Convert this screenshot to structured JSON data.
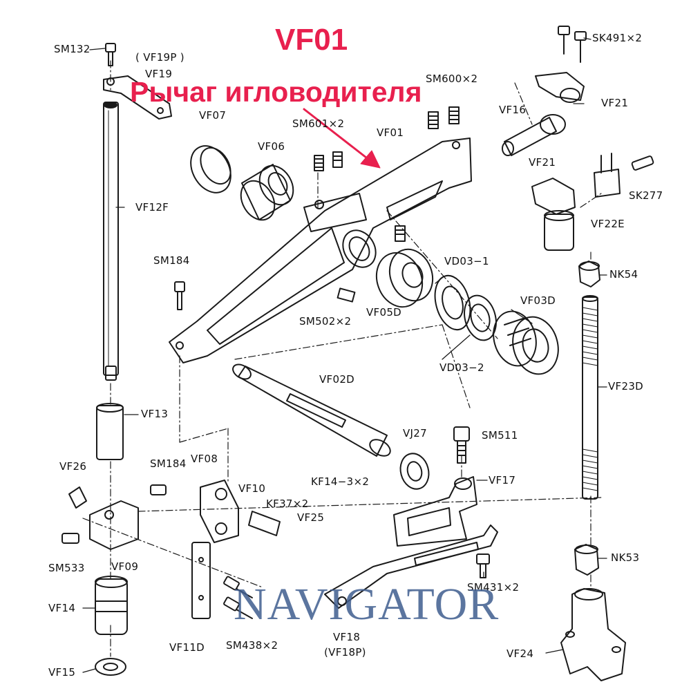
{
  "heading": {
    "code": "VF01",
    "name": "Рычаг игловодителя",
    "accent_color": "#e8204e"
  },
  "watermark": {
    "text": "NAVIGATOR",
    "color": "#3f5d8f"
  },
  "part_labels": {
    "SM132": "SM132",
    "VF19P": "( VF19P )",
    "VF19": "VF19",
    "VF07": "VF07",
    "SM601": "SM601×2",
    "VF01": "VF01",
    "SM600": "SM600×2",
    "SK491": "SK491×2",
    "VF21_top": "VF21",
    "VF16": "VF16",
    "VF06": "VF06",
    "VF21_mid": "VF21",
    "SK277": "SK277",
    "VF22E": "VF22E",
    "VF12F": "VF12F",
    "SM184_top": "SM184",
    "NK54": "NK54",
    "VD03_1": "VD03−1",
    "VF03D": "VF03D",
    "SM502": "SM502×2",
    "VF05D": "VF05D",
    "VD03_2": "VD03−2",
    "VF02D": "VF02D",
    "VF23D": "VF23D",
    "VF13": "VF13",
    "VJ27": "VJ27",
    "SM511": "SM511",
    "VF26": "VF26",
    "SM184_bot": "SM184",
    "VF08": "VF08",
    "VF17": "VF17",
    "KF14": "KF14−3×2",
    "VF10": "VF10",
    "KF37": "KF37×2",
    "VF25": "VF25",
    "SM533": "SM533",
    "VF09": "VF09",
    "NK53": "NK53",
    "SM431": "SM431×2",
    "VF14": "VF14",
    "VF18": "VF18",
    "VF18P": "(VF18P)",
    "VF11D": "VF11D",
    "SM438": "SM438×2",
    "VF24": "VF24",
    "VF15": "VF15"
  }
}
